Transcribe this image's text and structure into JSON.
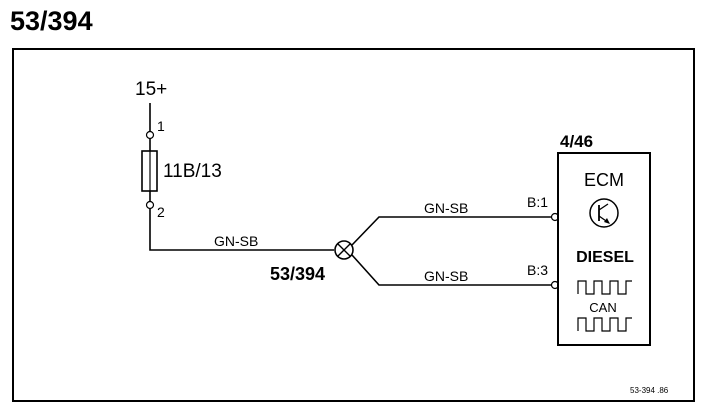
{
  "title": "53/394",
  "supply": {
    "label": "15+"
  },
  "fuse": {
    "label": "11B/13",
    "pin_top": "1",
    "pin_bottom": "2"
  },
  "splice": {
    "label": "53/394"
  },
  "wires": {
    "main": "GN-SB",
    "upper": "GN-SB",
    "lower": "GN-SB"
  },
  "ecm": {
    "ref": "4/46",
    "name": "ECM",
    "type": "DIESEL",
    "bus": "CAN",
    "pin_upper": "B:1",
    "pin_lower": "B:3"
  },
  "footer": {
    "code": "53-394 .86"
  },
  "colors": {
    "ink": "#000000",
    "background": "#ffffff"
  }
}
